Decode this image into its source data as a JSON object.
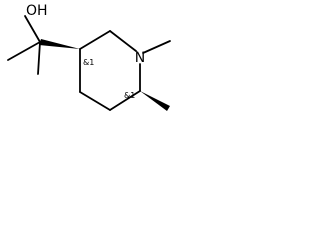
{
  "molecule": {
    "atoms": {
      "hydroxyl": "OH",
      "nitrogen": "N"
    },
    "stereo_labels": [
      "&1",
      "&1"
    ]
  }
}
